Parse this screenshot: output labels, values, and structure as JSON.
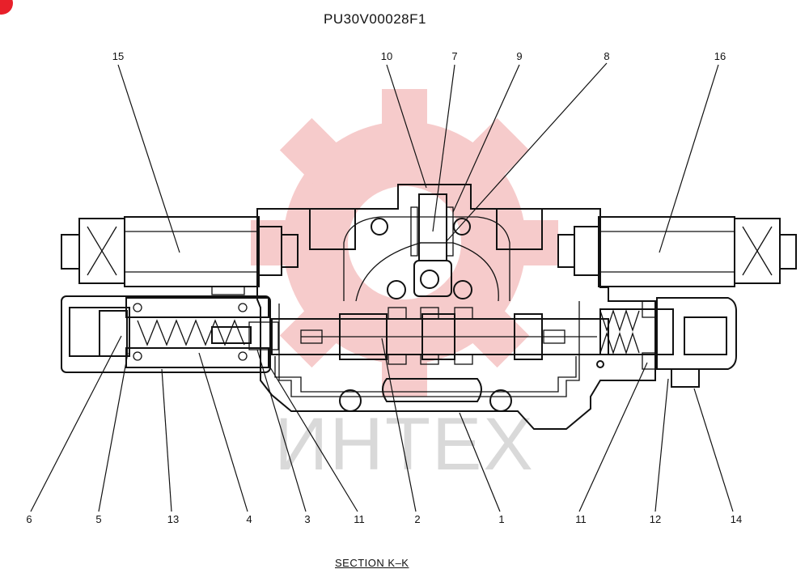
{
  "header": {
    "part_number": "PU30V00028F1"
  },
  "footer": {
    "section_title": "SECTION  K–K"
  },
  "watermark": {
    "text": "ИНТЕХ",
    "gear_color": "#f6c6c6",
    "text_color": "#d9d9d9"
  },
  "callouts": [
    {
      "id": "15",
      "label": "15"
    },
    {
      "id": "10",
      "label": "10"
    },
    {
      "id": "7",
      "label": "7"
    },
    {
      "id": "9",
      "label": "9"
    },
    {
      "id": "8",
      "label": "8"
    },
    {
      "id": "16",
      "label": "16"
    },
    {
      "id": "6",
      "label": "6"
    },
    {
      "id": "5",
      "label": "5"
    },
    {
      "id": "13",
      "label": "13"
    },
    {
      "id": "4",
      "label": "4"
    },
    {
      "id": "3",
      "label": "3"
    },
    {
      "id": "11a",
      "label": "11"
    },
    {
      "id": "2",
      "label": "2"
    },
    {
      "id": "1",
      "label": "1"
    },
    {
      "id": "11b",
      "label": "11"
    },
    {
      "id": "12",
      "label": "12"
    },
    {
      "id": "14",
      "label": "14"
    }
  ]
}
